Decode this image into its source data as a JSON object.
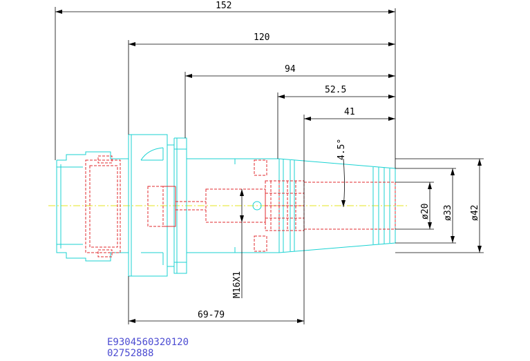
{
  "dimensions": {
    "total_length": "152",
    "length_120": "120",
    "length_94": "94",
    "length_52_5": "52.5",
    "length_41": "41",
    "range_length": "69-79",
    "taper_angle": "4.5°",
    "dia_20": "ø20",
    "dia_33": "ø33",
    "dia_42": "ø42",
    "thread": "M16X1"
  },
  "part_codes": {
    "line1": "E9304560320120",
    "line2": "02752888"
  },
  "colors": {
    "outline": "#19d2d2",
    "hidden": "#e0282d",
    "dimension": "#000000",
    "centerline": "#e6e61e",
    "code_text": "#4b4bd2"
  }
}
